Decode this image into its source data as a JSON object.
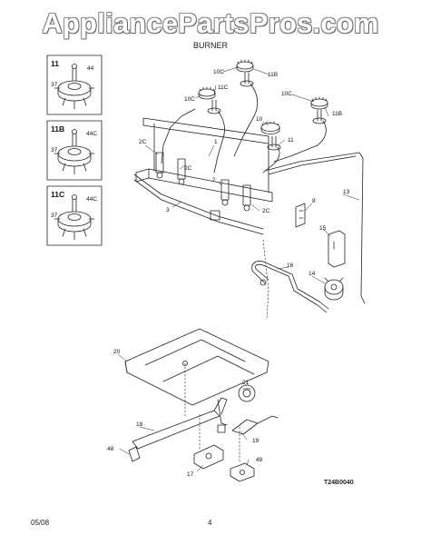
{
  "watermark": "AppliancePartsPros.com",
  "diagram": {
    "title": "BURNER",
    "code": "T24B0040",
    "footer_date": "05/08",
    "page_number": "4"
  },
  "insets": [
    {
      "id": "11",
      "labels": [
        "44",
        "37"
      ]
    },
    {
      "id": "11B",
      "labels": [
        "44C",
        "37"
      ]
    },
    {
      "id": "11C",
      "labels": [
        "44C",
        "37"
      ]
    }
  ],
  "callouts": [
    "10C",
    "11B",
    "10C",
    "11C",
    "10C",
    "11B",
    "10",
    "11",
    "2C",
    "1",
    "2C",
    "2",
    "3",
    "2C",
    "8",
    "13",
    "15",
    "16",
    "14",
    "20",
    "21",
    "18",
    "19",
    "48",
    "17",
    "49"
  ]
}
